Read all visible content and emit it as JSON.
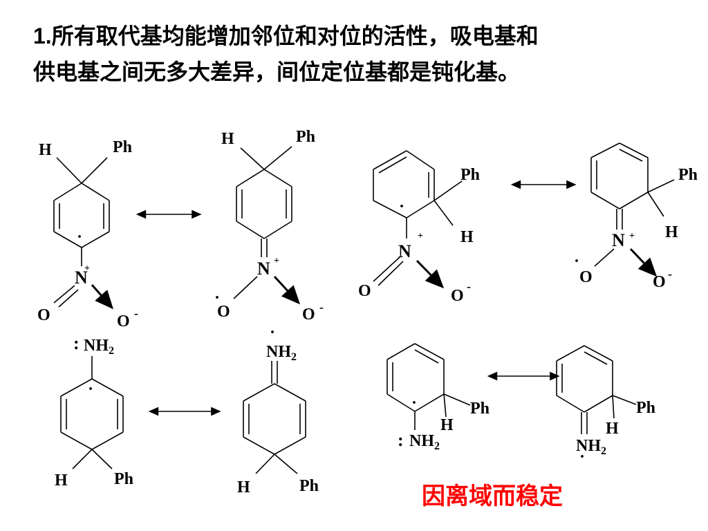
{
  "heading": {
    "line1_num": "1.",
    "line1_text": "所有取代基均能增加邻位和对位的活性，吸电基和",
    "line2_text": "供电基之间无多大差异，间位定位基都是钝化基。"
  },
  "labels": {
    "H": "H",
    "Ph": "Ph",
    "N": "N",
    "O": "O",
    "O_minus": "O",
    "minus": "-",
    "plus": "+",
    "NH": "NH",
    "sub2": "2",
    "dot": "·",
    "lone_pair": ":"
  },
  "caption": "因离域而稳定"
}
